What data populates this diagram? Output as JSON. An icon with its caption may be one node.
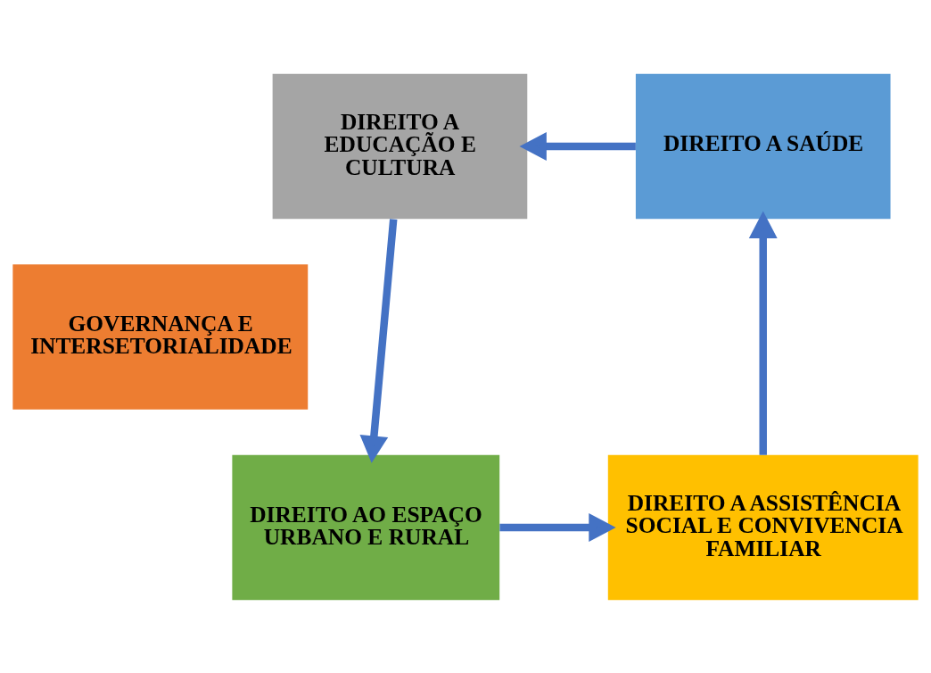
{
  "diagram": {
    "nodes": [
      {
        "text": [
          "DIREITO A EDUCAÇÃO E CULTURA"
        ]
      },
      {
        "text": [
          "DIREITO A SAÚDE"
        ]
      },
      {
        "text": [
          "GOVERNANÇA E INTERSETORIALIDADE"
        ]
      },
      {
        "text": [
          "DIREITO AO ESPAÇO URBANO E RURAL"
        ]
      },
      {
        "text": [
          "DIREITO A ASSISTÊNCIA SOCIAL E CONVIVENCIA FAMILIAR"
        ]
      }
    ],
    "edges": [
      {
        "from": 1,
        "to": 0,
        "arrow": "to"
      },
      {
        "from": 0,
        "to": 3,
        "arrow": "to"
      },
      {
        "from": 3,
        "to": 4,
        "arrow": "to"
      },
      {
        "from": 4,
        "to": 1,
        "arrow": "to"
      }
    ]
  }
}
